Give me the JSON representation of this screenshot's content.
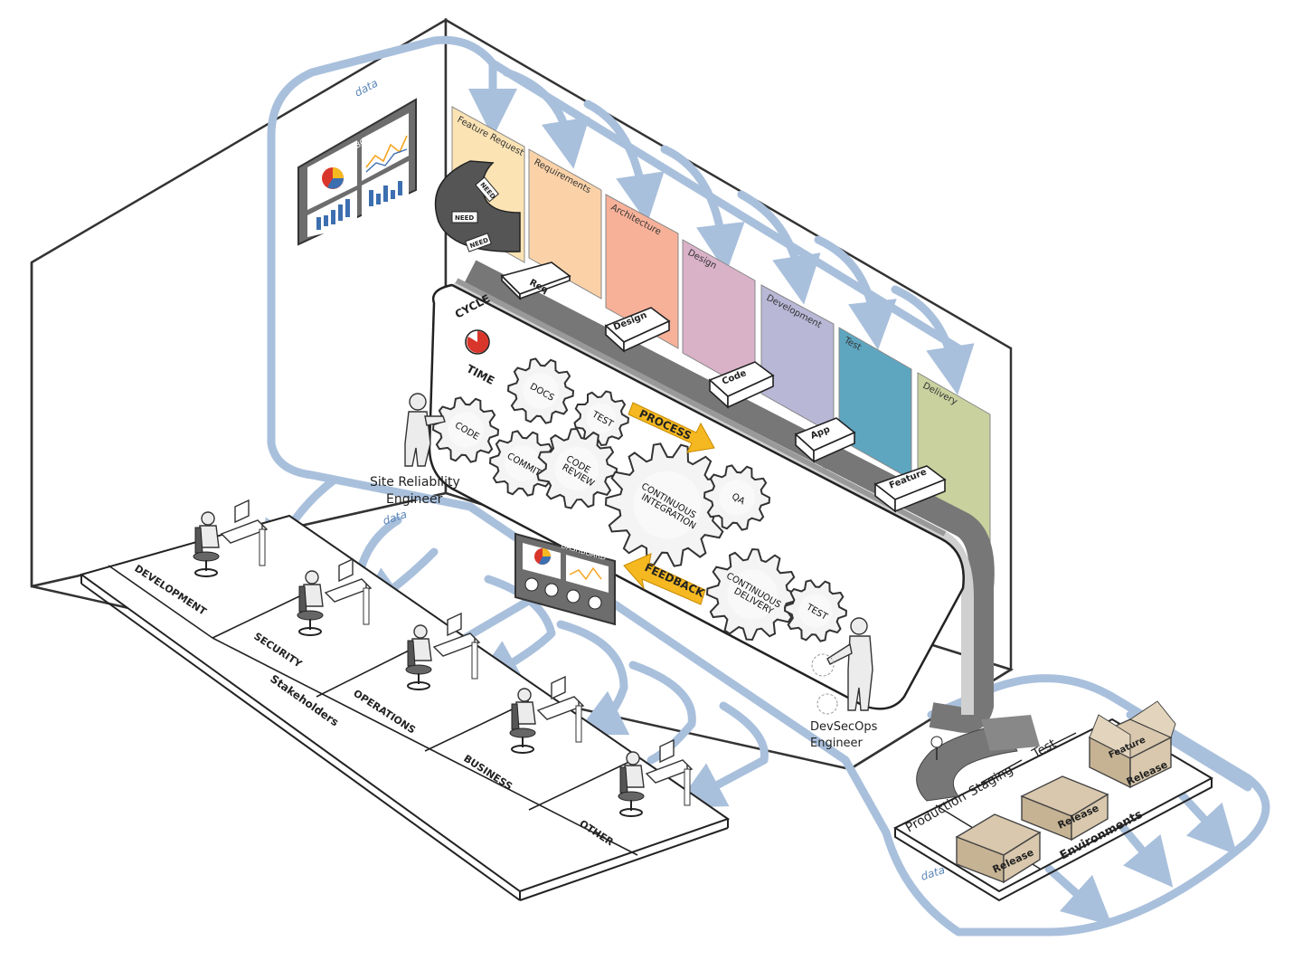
{
  "wall_dashboard": {
    "title": "DASHBOARD"
  },
  "belt_dashboard": {
    "title": "DASHBOARD"
  },
  "cycle_time": {
    "line1": "CYCLE",
    "line2": "TIME"
  },
  "stickies": [
    {
      "label": "Feature Request",
      "color": "#fbe3b4"
    },
    {
      "label": "Requirements",
      "color": "#fbd2a8"
    },
    {
      "label": "Architecture",
      "color": "#f7b199"
    },
    {
      "label": "Design",
      "color": "#d9b2c8"
    },
    {
      "label": "Development",
      "color": "#b9b7d6"
    },
    {
      "label": "Test",
      "color": "#5ea6c0"
    },
    {
      "label": "Delivery",
      "color": "#c9d19e"
    }
  ],
  "needs": [
    "NEED",
    "NEED",
    "NEED"
  ],
  "belt_boxes": [
    "Req",
    "Design",
    "Code",
    "App",
    "Feature"
  ],
  "gears": {
    "code": "CODE",
    "docs": "DOCS",
    "test_top": "TEST",
    "commit": "COMMIT",
    "code_review_1": "CODE",
    "code_review_2": "REVIEW",
    "ci_1": "CONTINUOUS",
    "ci_2": "INTEGRATION",
    "qa": "QA",
    "cd_1": "CONTINUOUS",
    "cd_2": "DELIVERY",
    "test_bottom": "TEST"
  },
  "process_label": "PROCESS",
  "feedback_label": "FEEDBACK",
  "data_word": "data",
  "roles": {
    "sre_1": "Site Reliability",
    "sre_2": "Engineer",
    "devsecops_1": "DevSecOps",
    "devsecops_2": "Engineer"
  },
  "stakeholders": {
    "title": "Stakeholders",
    "groups": [
      "DEVELOPMENT",
      "SECURITY",
      "OPERATIONS",
      "BUSINESS",
      "OTHER"
    ]
  },
  "environments": {
    "title": "Environments",
    "stages": [
      "Production",
      "Staging",
      "Test"
    ],
    "crates": [
      "Release",
      "Release",
      "Release"
    ],
    "feature_crate": "Feature"
  },
  "colors": {
    "flow": "#a9c0dc",
    "process_arrow": "#f5b820",
    "accent_red": "#d9362b"
  }
}
